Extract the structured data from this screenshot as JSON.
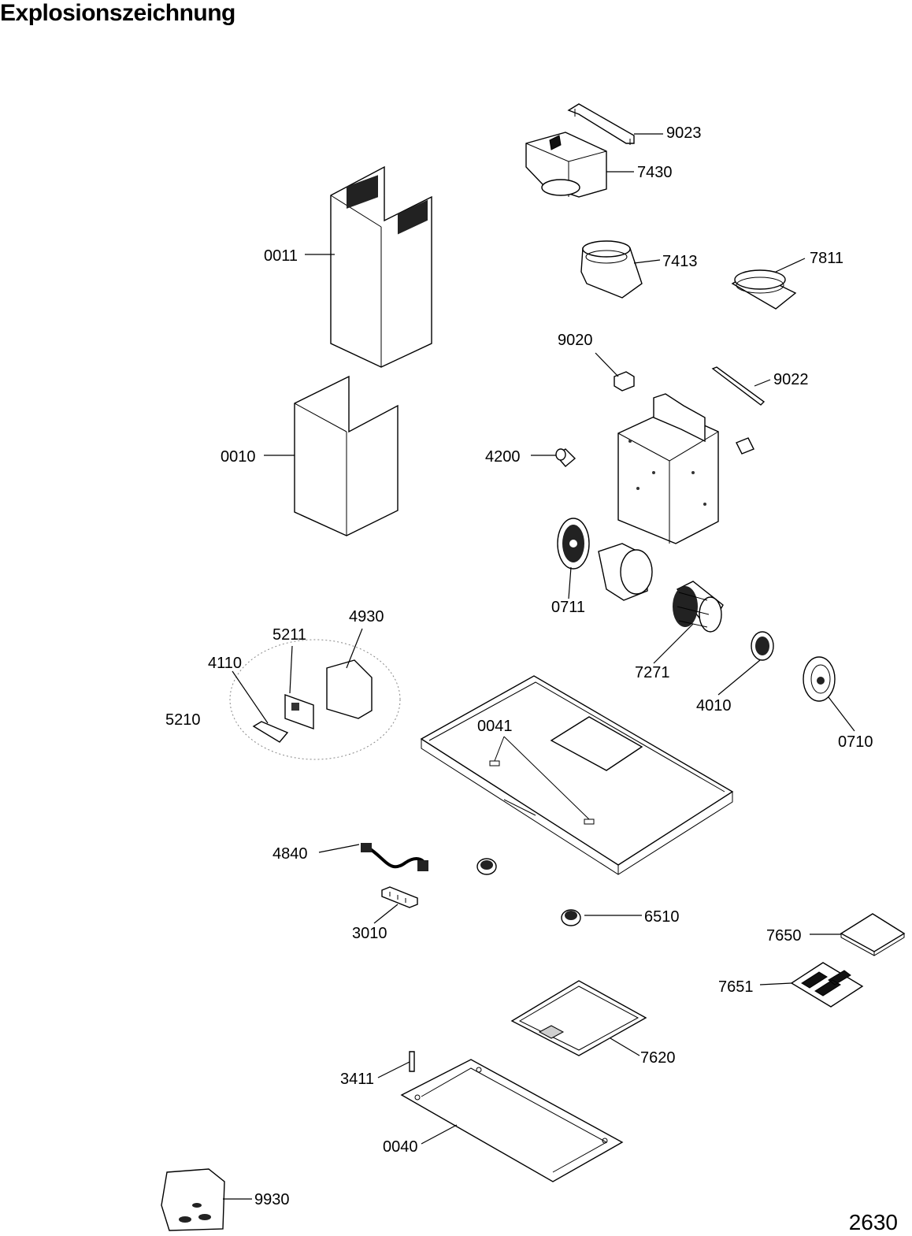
{
  "header": {
    "title": "Explosionszeichnung"
  },
  "footer": {
    "sheet_number": "2630"
  },
  "parts": {
    "p9023": "9023",
    "p7430": "7430",
    "p0011": "0011",
    "p7413": "7413",
    "p7811": "7811",
    "p9020": "9020",
    "p9022": "9022",
    "p0010": "0010",
    "p4200": "4200",
    "p0711": "0711",
    "p4930": "4930",
    "p5211": "5211",
    "p4110": "4110",
    "p7271": "7271",
    "p4010": "4010",
    "p5210": "5210",
    "p0041": "0041",
    "p0710": "0710",
    "p4840": "4840",
    "p6510": "6510",
    "p3010": "3010",
    "p7650": "7650",
    "p7651": "7651",
    "p7620": "7620",
    "p3411": "3411",
    "p0040": "0040",
    "p9930": "9930"
  }
}
